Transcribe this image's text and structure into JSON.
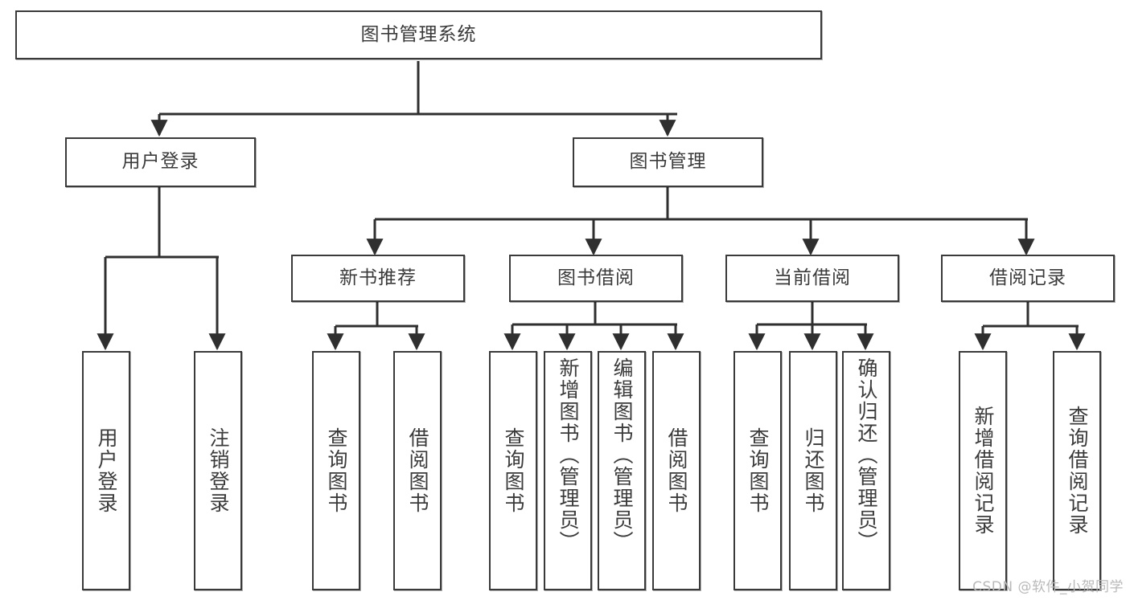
{
  "diagram": {
    "title": "图书管理系统",
    "type": "tree",
    "root": {
      "id": "root",
      "label": "图书管理系统",
      "orientation": "horizontal"
    },
    "level2": [
      {
        "id": "user-login",
        "label": "用户登录",
        "orientation": "horizontal"
      },
      {
        "id": "book-manage",
        "label": "图书管理",
        "orientation": "horizontal"
      }
    ],
    "level3": [
      {
        "id": "new-book-recommend",
        "label": "新书推荐",
        "orientation": "horizontal",
        "parent": "book-manage"
      },
      {
        "id": "book-borrow",
        "label": "图书借阅",
        "orientation": "horizontal",
        "parent": "book-manage"
      },
      {
        "id": "current-borrow",
        "label": "当前借阅",
        "orientation": "horizontal",
        "parent": "book-manage"
      },
      {
        "id": "borrow-record",
        "label": "借阅记录",
        "orientation": "horizontal",
        "parent": "book-manage"
      }
    ],
    "leaves": [
      {
        "id": "leaf-user-login",
        "label": "用户登录",
        "parent": "user-login",
        "align": "center"
      },
      {
        "id": "leaf-logout-login",
        "label": "注销登录",
        "parent": "user-login",
        "align": "center"
      },
      {
        "id": "leaf-query-book-1",
        "label": "查询图书",
        "parent": "new-book-recommend",
        "align": "center"
      },
      {
        "id": "leaf-borrow-book-1",
        "label": "借阅图书",
        "parent": "new-book-recommend",
        "align": "center"
      },
      {
        "id": "leaf-query-book-2",
        "label": "查询图书",
        "parent": "book-borrow",
        "align": "center"
      },
      {
        "id": "leaf-add-book",
        "label": "新增图书（管理员）",
        "parent": "book-borrow",
        "align": "top"
      },
      {
        "id": "leaf-edit-book",
        "label": "编辑图书（管理员）",
        "parent": "book-borrow",
        "align": "top"
      },
      {
        "id": "leaf-borrow-book-2",
        "label": "借阅图书",
        "parent": "book-borrow",
        "align": "center"
      },
      {
        "id": "leaf-query-book-3",
        "label": "查询图书",
        "parent": "current-borrow",
        "align": "center"
      },
      {
        "id": "leaf-return-book",
        "label": "归还图书",
        "parent": "current-borrow",
        "align": "center"
      },
      {
        "id": "leaf-confirm-return",
        "label": "确认归还（管理员）",
        "parent": "current-borrow",
        "align": "top"
      },
      {
        "id": "leaf-add-record",
        "label": "新增借阅记录",
        "parent": "borrow-record",
        "align": "center"
      },
      {
        "id": "leaf-query-record",
        "label": "查询借阅记录",
        "parent": "borrow-record",
        "align": "center"
      }
    ],
    "colors": {
      "border": "#3a3a3a",
      "text": "#3b3b3b",
      "background": "#ffffff",
      "edge": "#2f2f2f",
      "watermark": "#b9b9b9"
    }
  },
  "watermark": {
    "text": "CSDN @软件_小贺同学"
  }
}
